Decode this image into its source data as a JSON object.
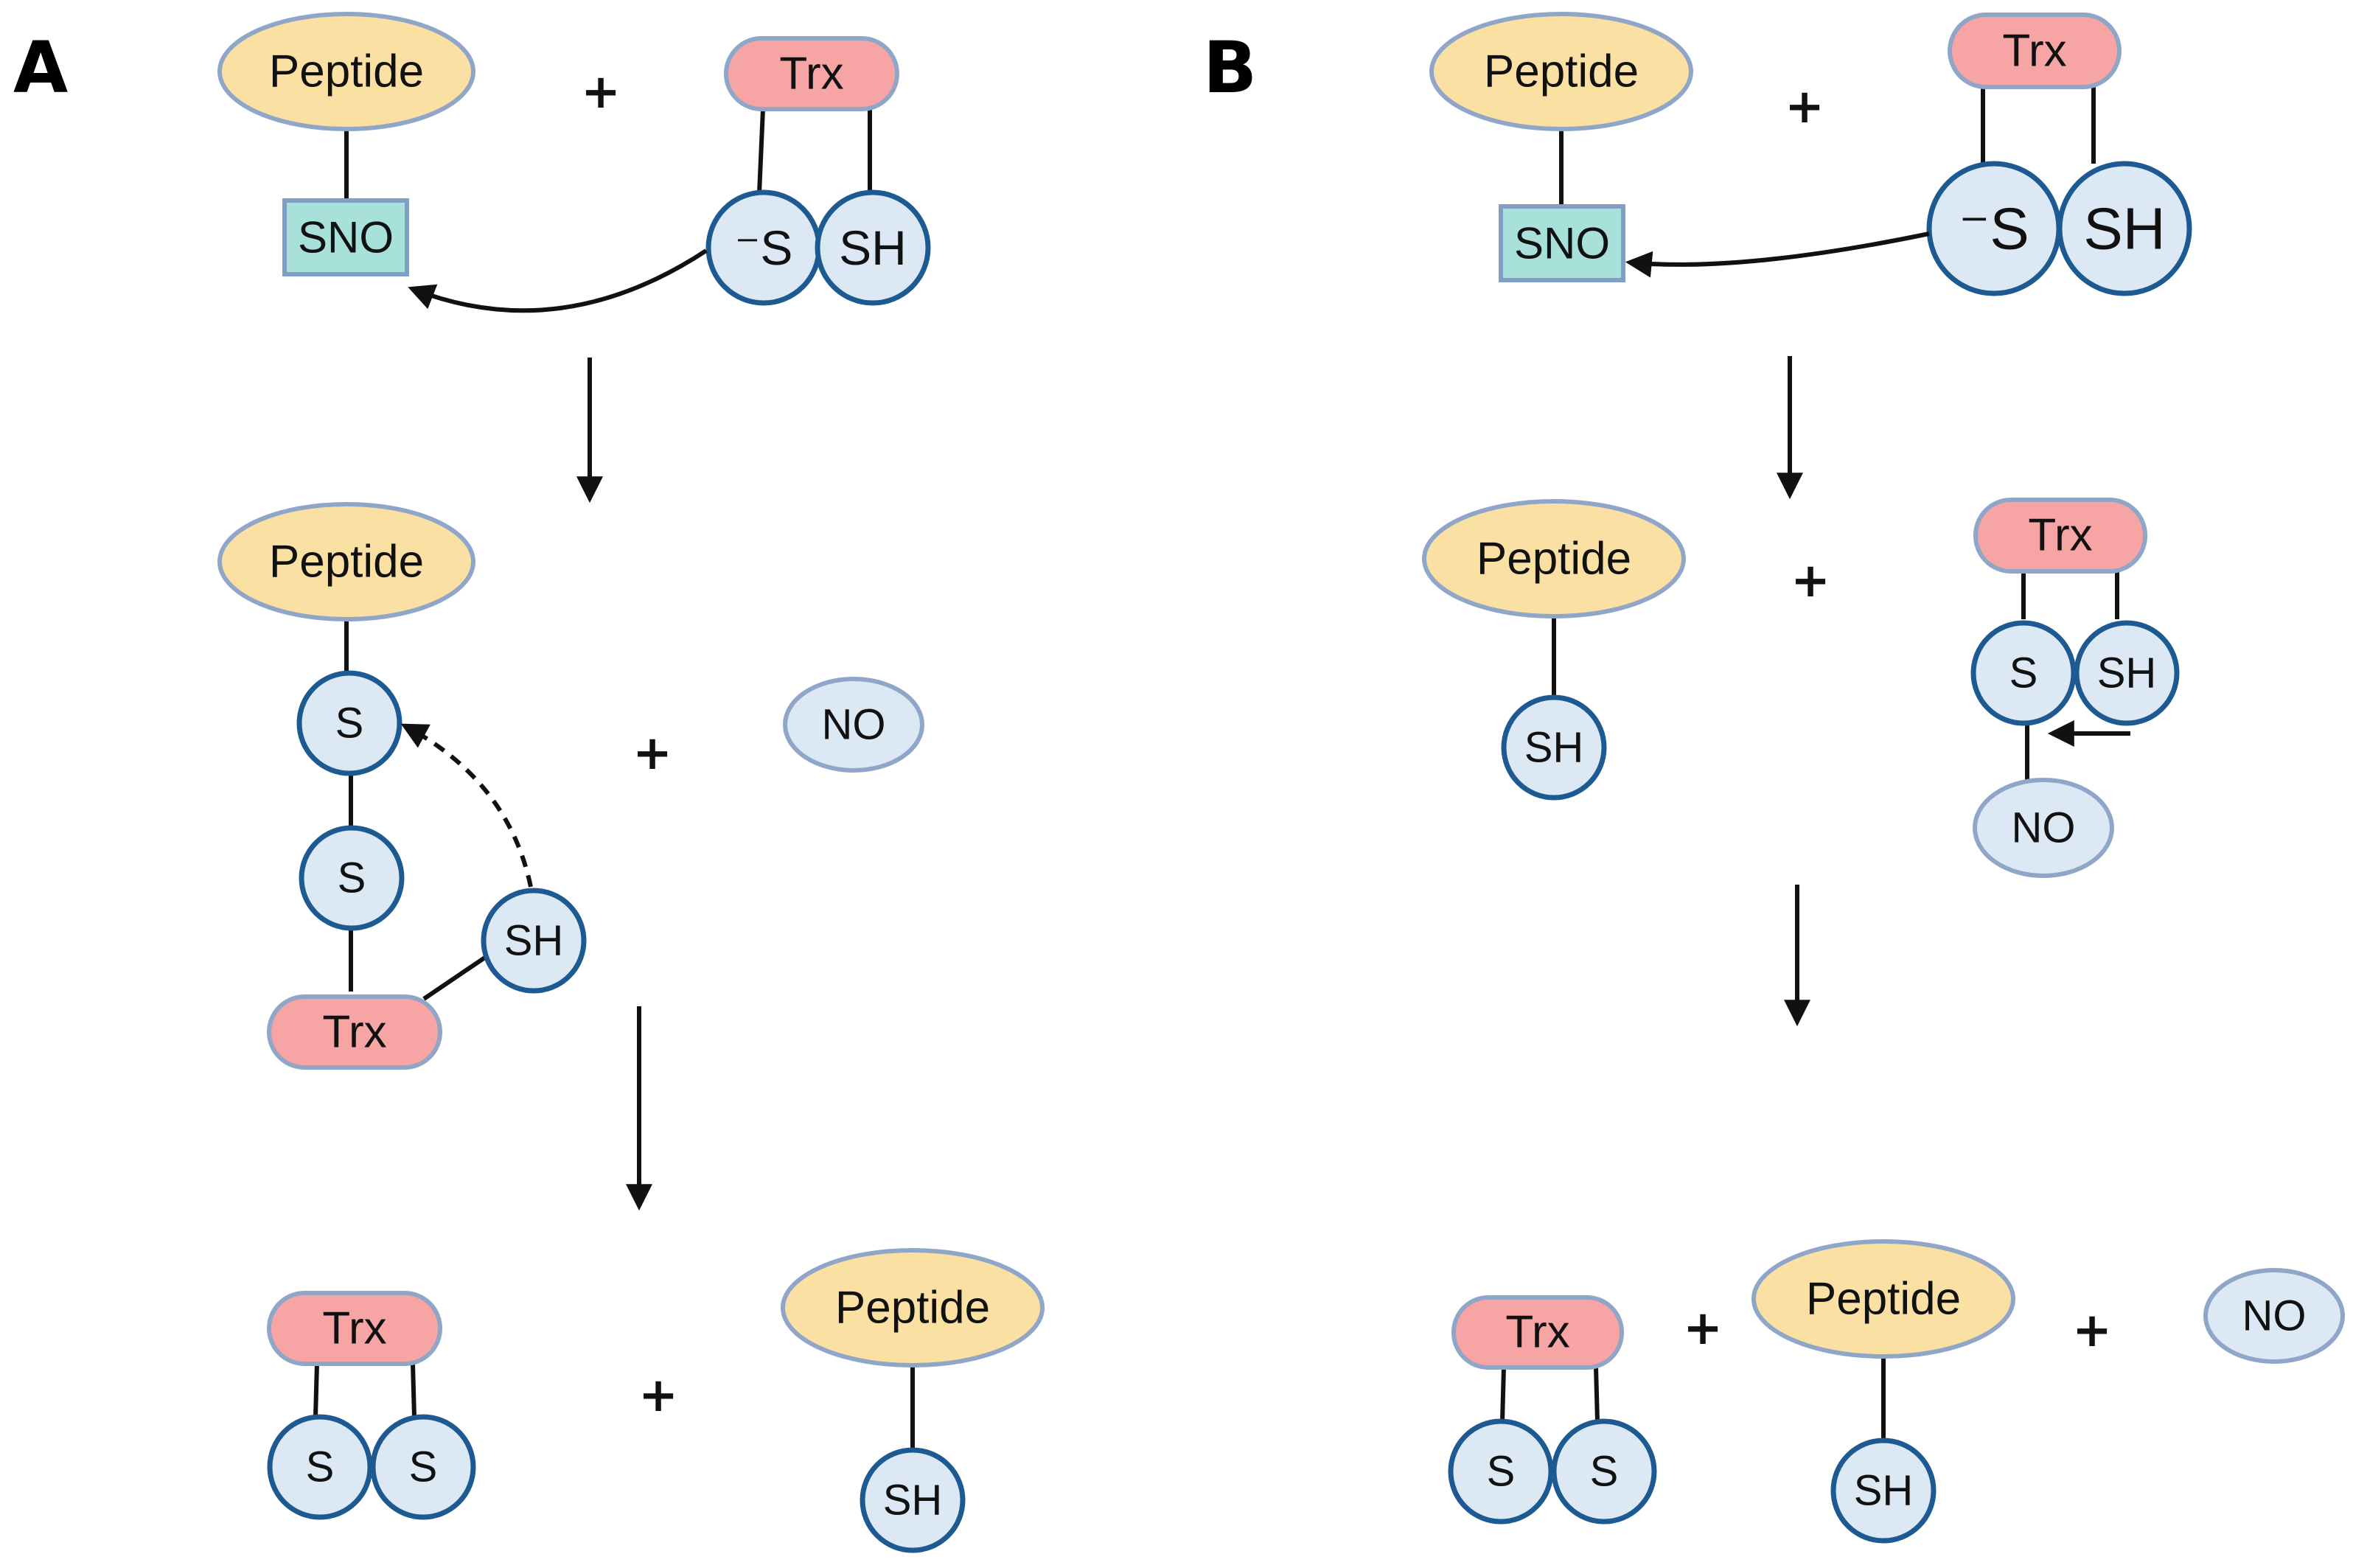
{
  "panels": {
    "a": "A",
    "b": "B"
  },
  "labels": {
    "peptide": "Peptide",
    "trx": "Trx",
    "sno": "SNO",
    "thiolate": "⁻S",
    "thiol": "SH",
    "sulfur": "S",
    "nitric_oxide": "NO",
    "plus": "+"
  },
  "colors": {
    "peptide_fill": "#fbe0a3",
    "trx_fill": "#f7a4a4",
    "cysteine_fill": "#dce9f5",
    "cysteine_stroke": "#1d5a91",
    "sno_fill": "#a8e0da"
  }
}
